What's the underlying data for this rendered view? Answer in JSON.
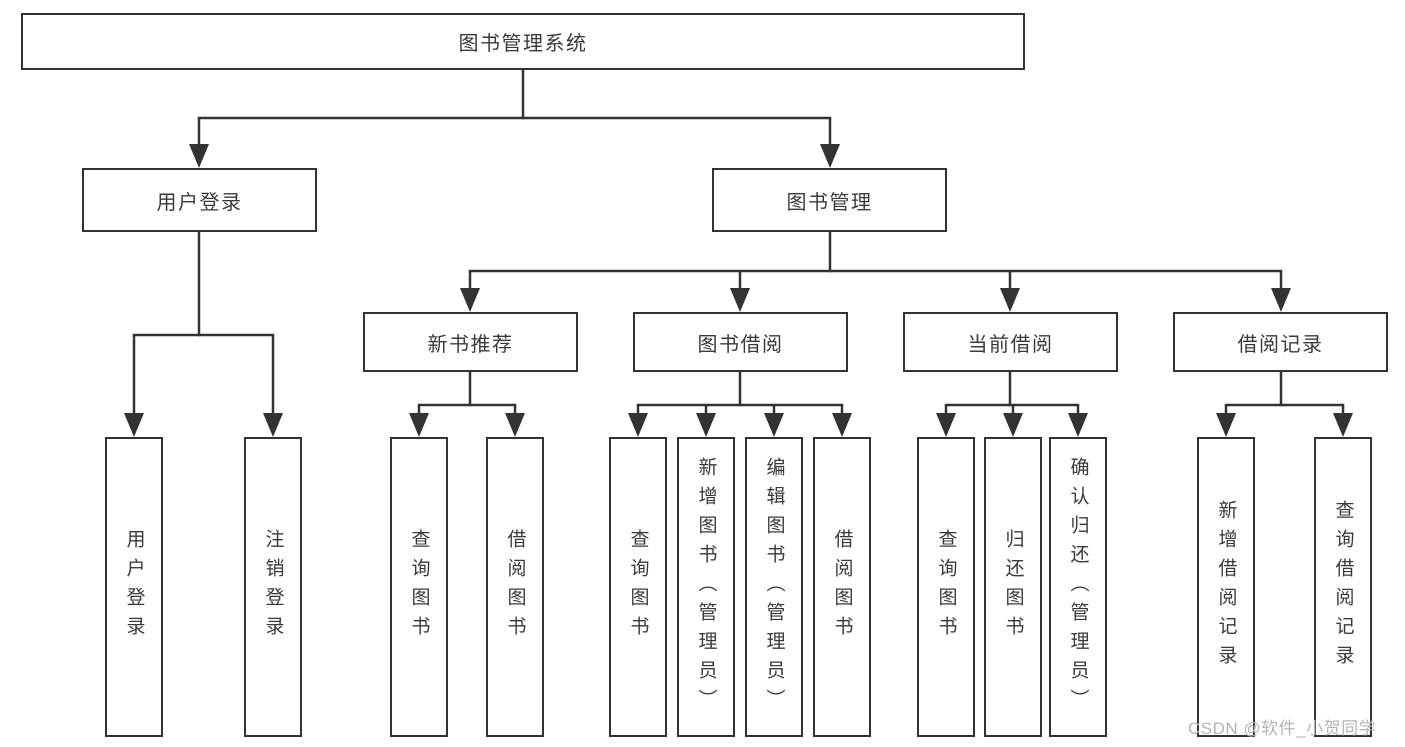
{
  "diagram": {
    "title": "图书管理系统",
    "root": {
      "label": "图书管理系统"
    },
    "level2": [
      {
        "label": "用户登录"
      },
      {
        "label": "图书管理"
      }
    ],
    "level3": [
      {
        "label": "新书推荐"
      },
      {
        "label": "图书借阅"
      },
      {
        "label": "当前借阅"
      },
      {
        "label": "借阅记录"
      }
    ],
    "leaves": [
      {
        "label": "用户登录",
        "parent": "用户登录"
      },
      {
        "label": "注销登录",
        "parent": "用户登录"
      },
      {
        "label": "查询图书",
        "parent": "新书推荐"
      },
      {
        "label": "借阅图书",
        "parent": "新书推荐"
      },
      {
        "label": "查询图书",
        "parent": "图书借阅"
      },
      {
        "label": "新增图书（管理员）",
        "parent": "图书借阅"
      },
      {
        "label": "编辑图书（管理员）",
        "parent": "图书借阅"
      },
      {
        "label": "借阅图书",
        "parent": "图书借阅"
      },
      {
        "label": "查询图书",
        "parent": "当前借阅"
      },
      {
        "label": "归还图书",
        "parent": "当前借阅"
      },
      {
        "label": "确认归还（管理员）",
        "parent": "当前借阅"
      },
      {
        "label": "新增借阅记录",
        "parent": "借阅记录"
      },
      {
        "label": "查询借阅记录",
        "parent": "借阅记录"
      }
    ]
  },
  "watermark": {
    "text": "CSDN @软件_小贺同学"
  },
  "colors": {
    "line": "#333333",
    "box_border": "#333333",
    "text": "#3a3a3a",
    "watermark": "#b4b4b4",
    "background": "#ffffff"
  }
}
